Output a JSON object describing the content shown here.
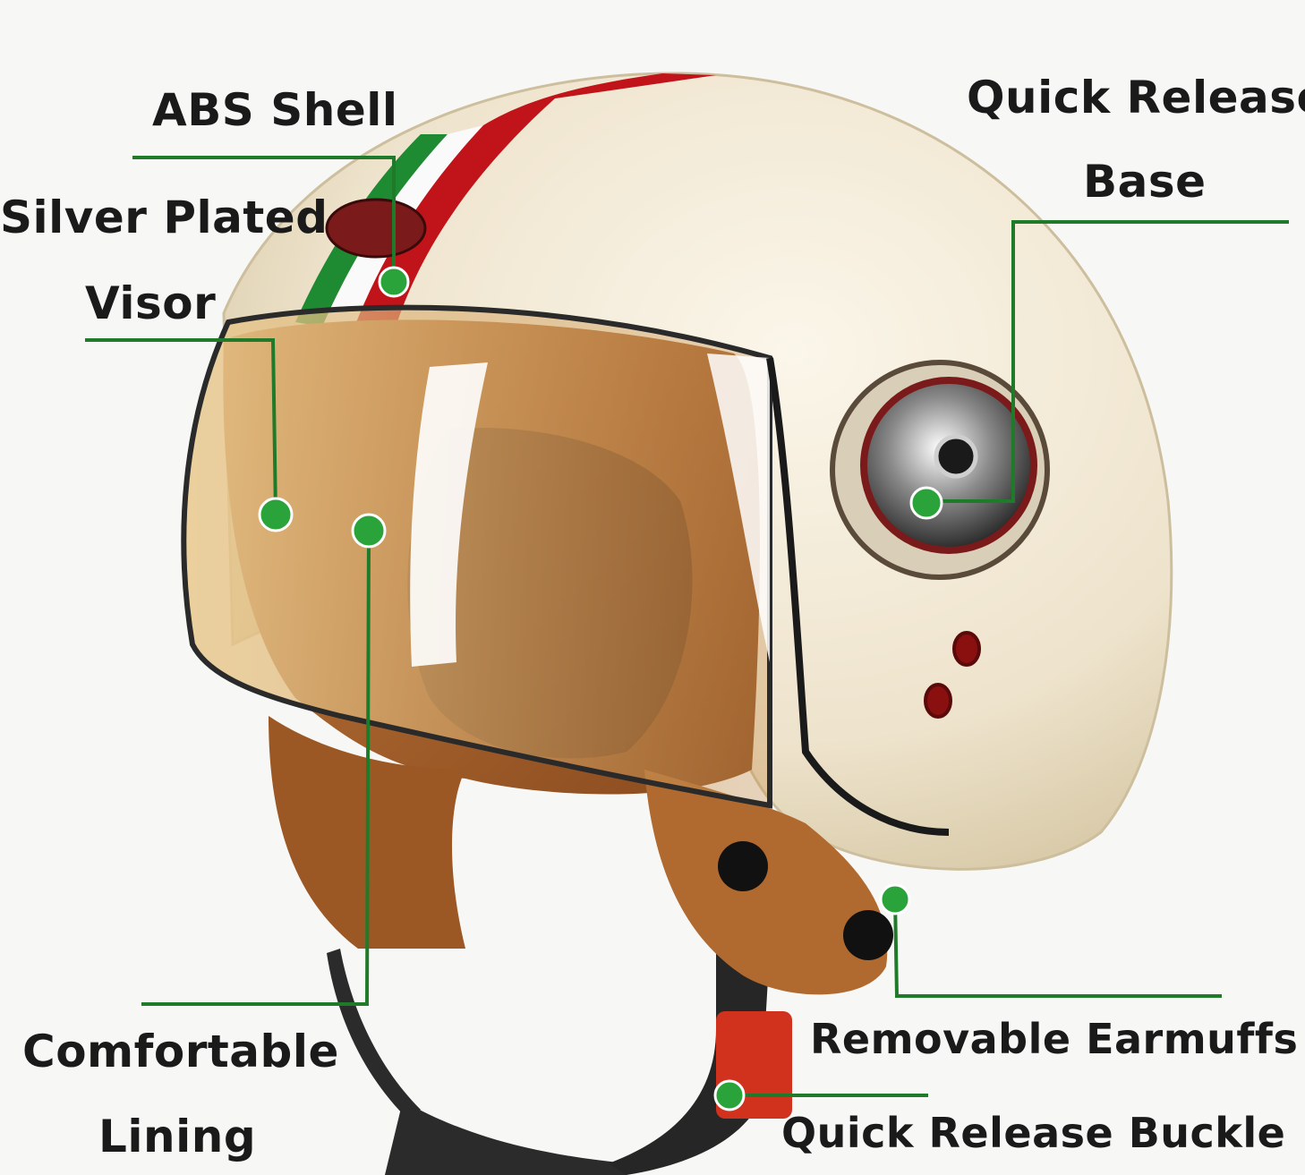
{
  "labels": {
    "abs_shell": "ABS Shell",
    "visor_line1": "Silver Plated",
    "visor_line2": "Visor",
    "quick_release_base_line1": "Quick Release",
    "quick_release_base_line2": "Base",
    "lining_line1": "Comfortable",
    "lining_line2": "Lining",
    "earmuffs": "Removable Earmuffs",
    "buckle": "Quick Release Buckle"
  },
  "colors": {
    "callout": "#1f7a2a",
    "dot": "#2aa33a",
    "shell": "#efe6d2",
    "leather": "#a45f2a",
    "stripe_red": "#c0141a",
    "stripe_green": "#1e8a32"
  }
}
